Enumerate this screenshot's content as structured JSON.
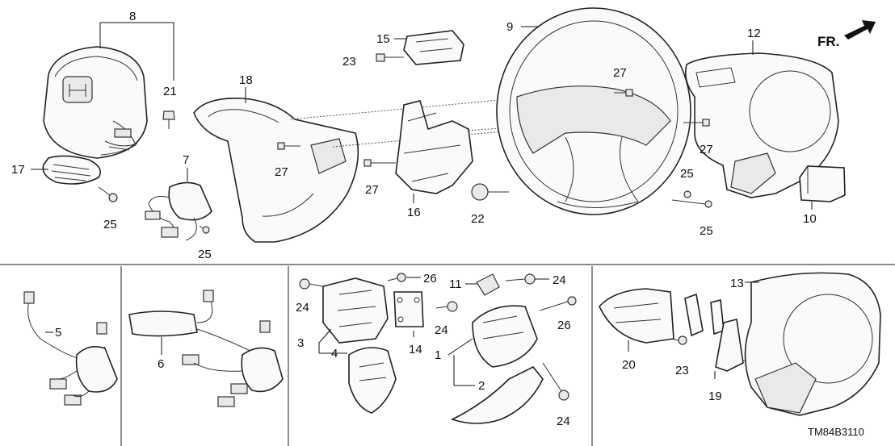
{
  "diagram_code": "TM84B3110",
  "front_marker": "FR.",
  "callouts": {
    "c1": "1",
    "c2": "2",
    "c3": "3",
    "c4": "4",
    "c5": "5",
    "c6": "6",
    "c7": "7",
    "c8": "8",
    "c9": "9",
    "c10": "10",
    "c11": "11",
    "c12": "12",
    "c13": "13",
    "c14": "14",
    "c15": "15",
    "c16": "16",
    "c17": "17",
    "c18": "18",
    "c19": "19",
    "c20": "20",
    "c21": "21",
    "c22": "22",
    "c23": "23",
    "c24": "24",
    "c25": "25",
    "c26": "26",
    "c27": "27"
  }
}
